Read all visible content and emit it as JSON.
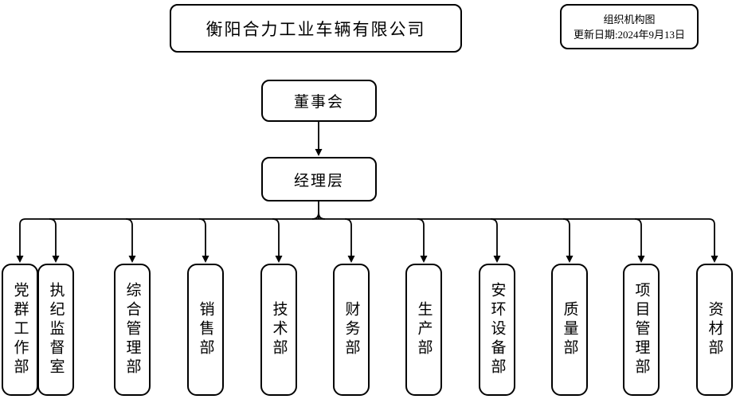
{
  "title_box": {
    "label": "衡阳合力工业车辆有限公司"
  },
  "legend_box": {
    "title": "组织机构图",
    "updated": "更新日期:2024年9月13日"
  },
  "hierarchy": {
    "board": "董事会",
    "management": "经理层",
    "departments": [
      {
        "label": "党群工作部"
      },
      {
        "label": "执纪监督室"
      },
      {
        "label": "综合管理部"
      },
      {
        "label": "销售部"
      },
      {
        "label": "技术部"
      },
      {
        "label": "财务部"
      },
      {
        "label": "生产部"
      },
      {
        "label": "安环设备部"
      },
      {
        "label": "质量部"
      },
      {
        "label": "项目管理部"
      },
      {
        "label": "资材部"
      }
    ]
  },
  "colors": {
    "line": "#000000",
    "background": "#ffffff",
    "text": "#000000"
  }
}
